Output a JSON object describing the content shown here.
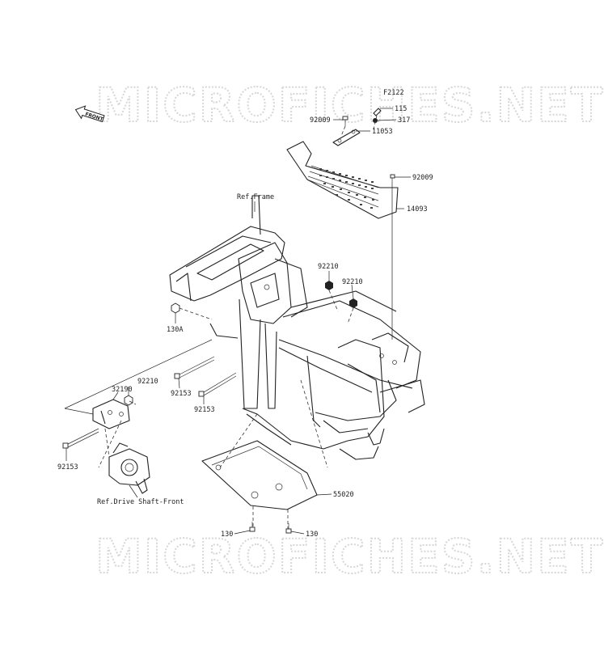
{
  "watermark": {
    "text": "MICROFICHES.NET"
  },
  "front_badge": {
    "text": "FRONT"
  },
  "figure_code": "F2122",
  "labels": {
    "p115": "115",
    "p317": "317",
    "p92009a": "92009",
    "p11053": "11053",
    "p92009b": "92009",
    "p14093": "14093",
    "ref_frame": "Ref.Frame",
    "p92210a": "92210",
    "p92210b": "92210",
    "p130a": "130A",
    "p92210c": "92210",
    "p32190": "32190",
    "p92153a": "92153",
    "p92153b": "92153",
    "p92153c": "92153",
    "ref_drive": "Ref.Drive Shaft-Front",
    "p55020": "55020",
    "p130b": "130",
    "p130c": "130"
  }
}
